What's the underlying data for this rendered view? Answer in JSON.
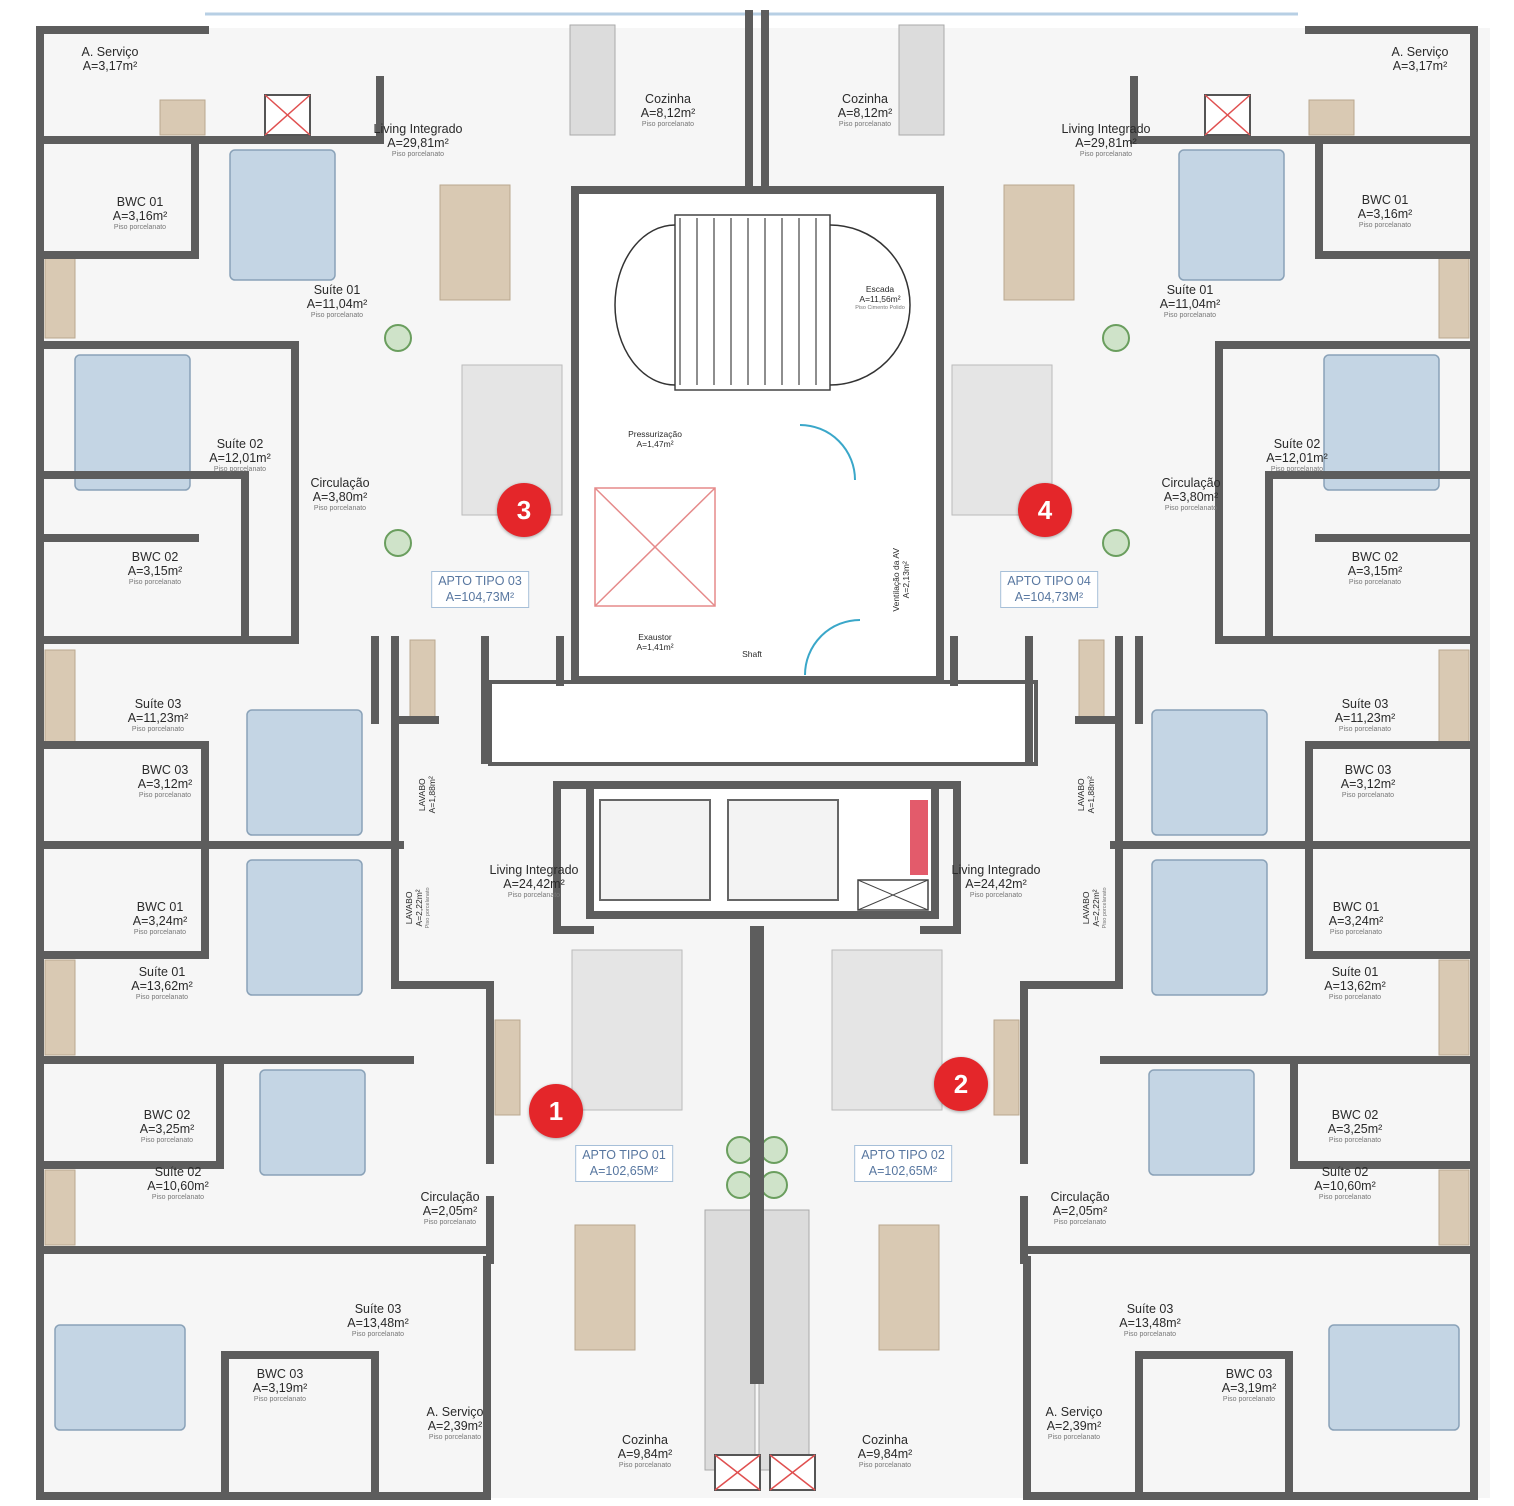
{
  "rooms": [
    {
      "name": "A. Serviço",
      "area": "A=3,17m²"
    },
    {
      "name": "BWC 01",
      "area": "A=3,16m²",
      "sub": "Piso porcelanato"
    },
    {
      "name": "Suíte 01",
      "area": "A=11,04m²",
      "sub": "Piso porcelanato"
    },
    {
      "name": "Suíte 02",
      "area": "A=12,01m²",
      "sub": "Piso porcelanato"
    },
    {
      "name": "Circulação",
      "area": "A=3,80m²",
      "sub": "Piso porcelanato"
    },
    {
      "name": "BWC 02",
      "area": "A=3,15m²",
      "sub": "Piso porcelanato"
    },
    {
      "name": "Suíte 03",
      "area": "A=11,23m²",
      "sub": "Piso porcelanato"
    },
    {
      "name": "BWC 03",
      "area": "A=3,12m²",
      "sub": "Piso porcelanato"
    },
    {
      "name": "LAVABO",
      "area": "A=1,88m²"
    },
    {
      "name": "Living Integrado",
      "area": "A=29,81m²",
      "sub": "Piso porcelanato"
    },
    {
      "name": "Cozinha",
      "area": "A=8,12m²",
      "sub": "Piso porcelanato"
    },
    {
      "name": "A. Serviço",
      "area": "A=3,17m²"
    },
    {
      "name": "BWC 01",
      "area": "A=3,16m²",
      "sub": "Piso porcelanato"
    },
    {
      "name": "Suíte 01",
      "area": "A=11,04m²",
      "sub": "Piso porcelanato"
    },
    {
      "name": "Suíte 02",
      "area": "A=12,01m²",
      "sub": "Piso porcelanato"
    },
    {
      "name": "Circulação",
      "area": "A=3,80m²",
      "sub": "Piso porcelanato"
    },
    {
      "name": "BWC 02",
      "area": "A=3,15m²",
      "sub": "Piso porcelanato"
    },
    {
      "name": "Suíte 03",
      "area": "A=11,23m²",
      "sub": "Piso porcelanato"
    },
    {
      "name": "BWC 03",
      "area": "A=3,12m²",
      "sub": "Piso porcelanato"
    },
    {
      "name": "LAVABO",
      "area": "A=1,88m²"
    },
    {
      "name": "Living Integrado",
      "area": "A=29,81m²",
      "sub": "Piso porcelanato"
    },
    {
      "name": "Cozinha",
      "area": "A=8,12m²",
      "sub": "Piso porcelanato"
    },
    {
      "name": "BWC 01",
      "area": "A=3,24m²",
      "sub": "Piso porcelanato"
    },
    {
      "name": "Suíte 01",
      "area": "A=13,62m²",
      "sub": "Piso porcelanato"
    },
    {
      "name": "BWC 02",
      "area": "A=3,25m²",
      "sub": "Piso porcelanato"
    },
    {
      "name": "Suíte 02",
      "area": "A=10,60m²",
      "sub": "Piso porcelanato"
    },
    {
      "name": "Circulação",
      "area": "A=2,05m²",
      "sub": "Piso porcelanato"
    },
    {
      "name": "Suíte 03",
      "area": "A=13,48m²",
      "sub": "Piso porcelanato"
    },
    {
      "name": "BWC 03",
      "area": "A=3,19m²",
      "sub": "Piso porcelanato"
    },
    {
      "name": "A. Serviço",
      "area": "A=2,39m²",
      "sub": "Piso porcelanato"
    },
    {
      "name": "Cozinha",
      "area": "A=9,84m²",
      "sub": "Piso porcelanato"
    },
    {
      "name": "Living Integrado",
      "area": "A=24,42m²",
      "sub": "Piso porcelanato"
    },
    {
      "name": "LAVABO",
      "area": "A=2,22m²",
      "sub": "Piso porcelanato"
    },
    {
      "name": "BWC 01",
      "area": "A=3,24m²",
      "sub": "Piso porcelanato"
    },
    {
      "name": "Suíte 01",
      "area": "A=13,62m²",
      "sub": "Piso porcelanato"
    },
    {
      "name": "BWC 02",
      "area": "A=3,25m²",
      "sub": "Piso porcelanato"
    },
    {
      "name": "Suíte 02",
      "area": "A=10,60m²",
      "sub": "Piso porcelanato"
    },
    {
      "name": "Circulação",
      "area": "A=2,05m²",
      "sub": "Piso porcelanato"
    },
    {
      "name": "Suíte 03",
      "area": "A=13,48m²",
      "sub": "Piso porcelanato"
    },
    {
      "name": "BWC 03",
      "area": "A=3,19m²",
      "sub": "Piso porcelanato"
    },
    {
      "name": "A. Serviço",
      "area": "A=2,39m²",
      "sub": "Piso porcelanato"
    },
    {
      "name": "Cozinha",
      "area": "A=9,84m²",
      "sub": "Piso porcelanato"
    },
    {
      "name": "Living Integrado",
      "area": "A=24,42m²",
      "sub": "Piso porcelanato"
    },
    {
      "name": "LAVABO",
      "area": "A=2,22m²",
      "sub": "Piso porcelanato"
    }
  ],
  "core": [
    {
      "name": "Escada",
      "area": "A=11,56m²",
      "sub": "Piso Cimento Polido"
    },
    {
      "name": "Pressurização",
      "area": "A=1,47m²"
    },
    {
      "name": "Exaustor",
      "area": "A=1,41m²"
    },
    {
      "name": "Ventilação da AV",
      "area": "A=2,13m²"
    },
    {
      "name": "Shaft",
      "area": ""
    }
  ],
  "apartments": [
    {
      "title": "APTO TIPO 01",
      "area": "A=102,65M²",
      "marker": "1"
    },
    {
      "title": "APTO TIPO 02",
      "area": "A=102,65M²",
      "marker": "2"
    },
    {
      "title": "APTO TIPO 03",
      "area": "A=104,73M²",
      "marker": "3"
    },
    {
      "title": "APTO TIPO 04",
      "area": "A=104,73M²",
      "marker": "4"
    }
  ],
  "colors": {
    "wall": "#5d5d5d",
    "marker": "#e4262a",
    "bed": "#c4d5e4",
    "wood": "#d9c9b3",
    "apto_border": "#a6bfd8",
    "floor": "#f6f6f6"
  }
}
